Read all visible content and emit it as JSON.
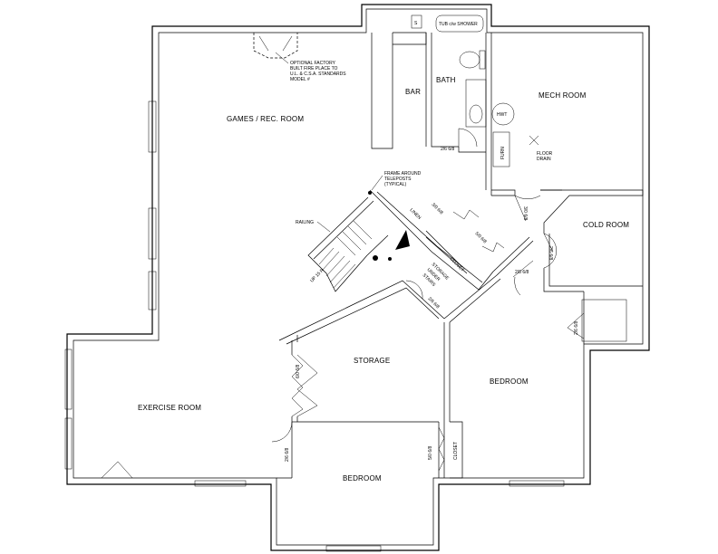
{
  "rooms": {
    "games": "GAMES / REC. ROOM",
    "bar": "BAR",
    "bath": "BATH",
    "mech": "MECH ROOM",
    "cold": "COLD ROOM",
    "storage": "STORAGE",
    "bedroom_right": "BEDROOM",
    "bedroom_bottom": "BEDROOM",
    "exercise": "EXERCISE ROOM",
    "linen": "LINEN",
    "closet_mid": "CLOSET",
    "closet_right": "CLOSET"
  },
  "fixtures": {
    "tub": "TUB c/w SHOWER",
    "hwt": "HWT",
    "furn": "FURN",
    "sink": "S"
  },
  "notes": {
    "fireplace": [
      "OPTIONAL FACTORY",
      "BUILT FIRE PLACE TO",
      "U.L. & C.S.A. STANDARDS",
      "MODEL #"
    ],
    "teleposts": [
      "FRAME AROUND",
      "TELEPOSTS",
      "(TYPICAL)"
    ],
    "railing": "RAILING",
    "floor_drain": [
      "FLOOR",
      "DRAIN"
    ],
    "storage_under_stairs": [
      "STORAGE",
      "UNDER",
      "STAIRS"
    ],
    "stair_up": "UP 15 R"
  },
  "dims": {
    "bath_door": "2/6 6/8",
    "mech_door": "3/0 6/8",
    "linen_door": "3/0 6/8",
    "closet_door": "5/0 6/8",
    "cold_door": "2/6 6/8",
    "hall_door": "2/8 6/8",
    "side_door": "2/6 6/8",
    "stair_door": "2/6 6/8",
    "storage_door": "6/0 6/8",
    "exercise_door": "2/6 6/8",
    "closet_right_door": "5/0 6/8"
  }
}
